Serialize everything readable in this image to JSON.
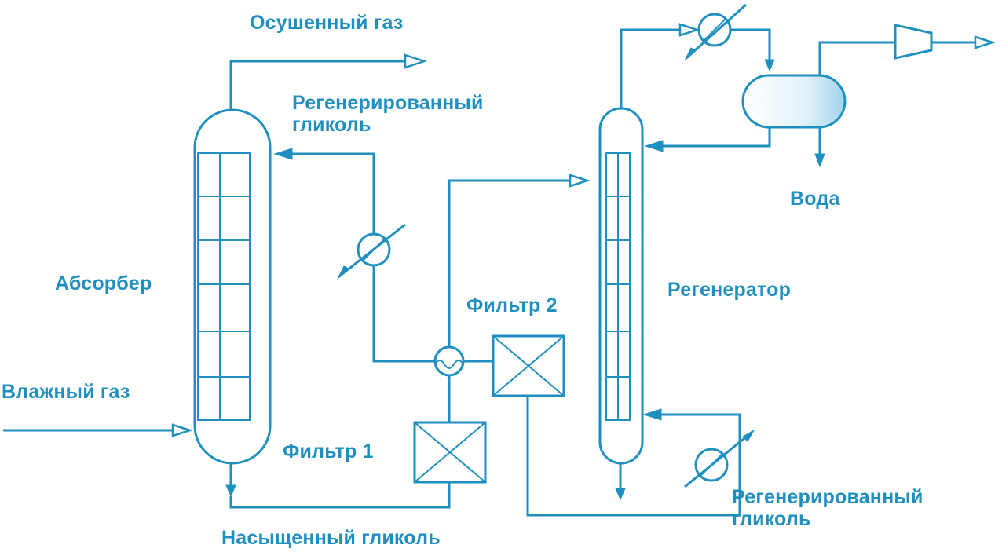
{
  "labels": {
    "dried_gas": "Осушенный газ",
    "regen_glycol_top_line1": "Регенерированный",
    "regen_glycol_top_line2": "гликоль",
    "absorber": "Абсорбер",
    "wet_gas": "Влажный газ",
    "filter1": "Фильтр 1",
    "filter2": "Фильтр 2",
    "saturated_glycol": "Насыщенный гликоль",
    "regenerator": "Регенератор",
    "water": "Вода",
    "regen_glycol_bottom_line1": "Регенерированный",
    "regen_glycol_bottom_line2": "гликоль"
  },
  "colors": {
    "line": "#1f8fc0",
    "background": "#ffffff"
  }
}
